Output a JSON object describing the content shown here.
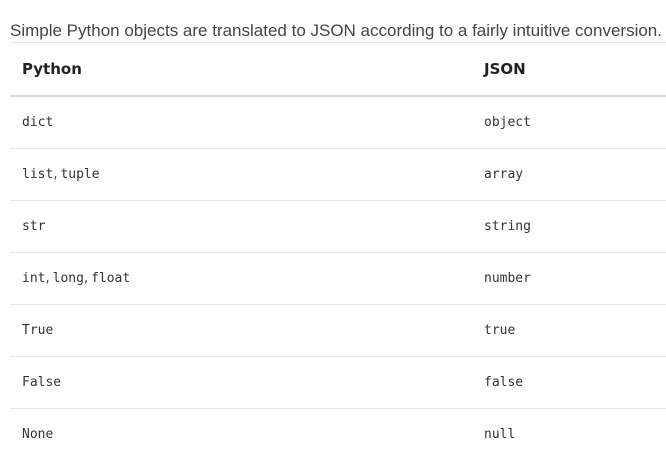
{
  "intro_text": "Simple Python objects are translated to JSON according to a fairly intuitive conversion.",
  "table": {
    "headers": {
      "python": "Python",
      "json": "JSON"
    },
    "rows": [
      {
        "python": [
          "dict"
        ],
        "json": "object"
      },
      {
        "python": [
          "list",
          "tuple"
        ],
        "json": "array"
      },
      {
        "python": [
          "str"
        ],
        "json": "string"
      },
      {
        "python": [
          "int",
          "long",
          "float"
        ],
        "json": "number"
      },
      {
        "python": [
          "True"
        ],
        "json": "true"
      },
      {
        "python": [
          "False"
        ],
        "json": "false"
      },
      {
        "python": [
          "None"
        ],
        "json": "null"
      }
    ]
  }
}
